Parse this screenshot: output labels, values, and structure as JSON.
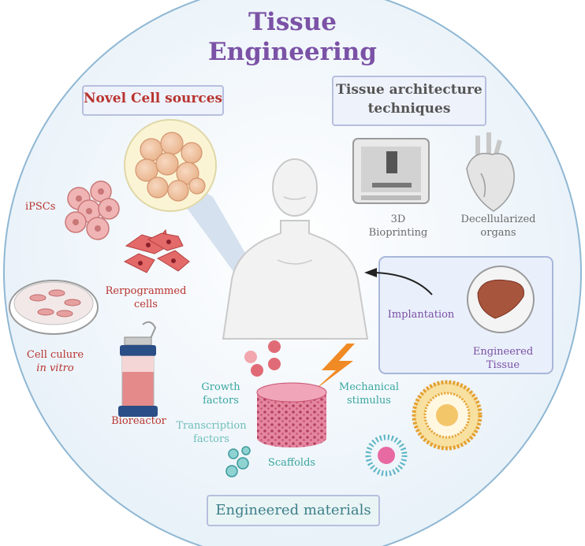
{
  "title": [
    "Tissue",
    "Engineering"
  ],
  "sections": {
    "novel_cell_sources": "Novel Cell sources",
    "tissue_architecture": [
      "Tissue architecture",
      "techniques"
    ],
    "engineered_materials": "Engineered materials"
  },
  "labels": {
    "ipscs": "iPSCs",
    "reprogrammed": [
      "Rerpogrammed",
      "cells"
    ],
    "cell_culture": [
      "Cell culure",
      "in vitro"
    ],
    "bioreactor": "Bioreactor",
    "bioprinting": [
      "3D",
      "Bioprinting"
    ],
    "decellularized": [
      "Decellularized",
      "organs"
    ],
    "implantation": "Implantation",
    "engineered_tissue": [
      "Engineered",
      "Tissue"
    ],
    "growth_factors": [
      "Growth",
      "factors"
    ],
    "mechanical": [
      "Mechanical",
      "stimulus"
    ],
    "transcription": [
      "Transcription",
      "factors"
    ],
    "scaffolds": "Scaffolds"
  },
  "colors": {
    "title": "#7b52a6",
    "cell_red": "#c0393b",
    "teal": "#3aa6a0",
    "purple": "#7a4fa3",
    "gray_text": "#6a6a6a",
    "circle_bg": "#eaf3f9",
    "box_border": "#9aa6cf"
  }
}
